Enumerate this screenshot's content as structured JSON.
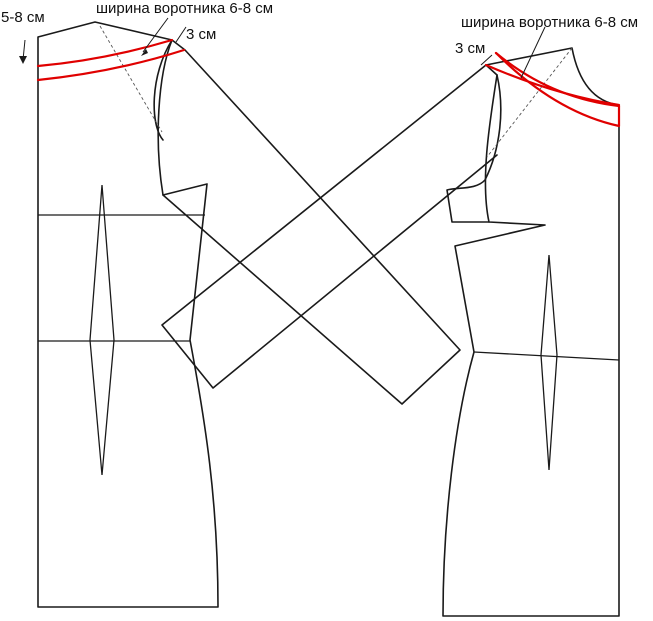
{
  "labels": {
    "shoulder_drop": "5-8 см",
    "collar_width_left": "ширина воротника 6-8 см",
    "collar_width_right": "ширина воротника 6-8 см",
    "lapel_ext_left": "3 см",
    "lapel_ext_right": "3 см"
  },
  "colors": {
    "outline": "#1a1a1a",
    "collar": "#e00000",
    "background": "#ffffff"
  }
}
